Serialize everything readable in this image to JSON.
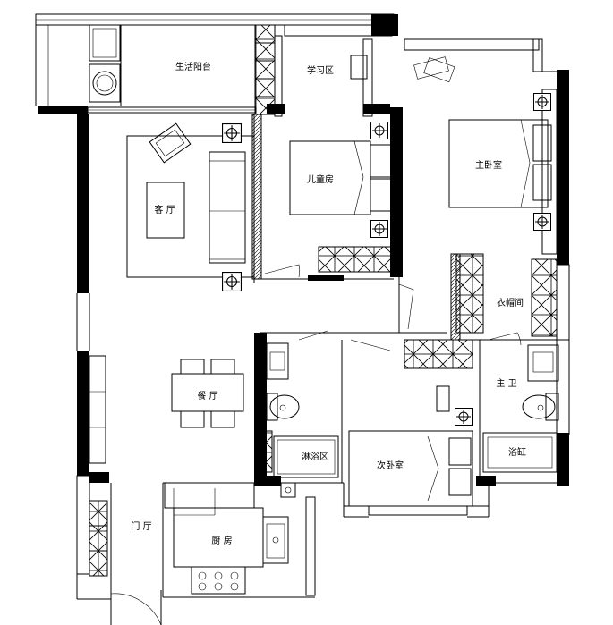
{
  "rooms": {
    "balcony": "生活阳台",
    "study": "学习区",
    "living": "客 厅",
    "kids": "儿童房",
    "master": "主卧室",
    "closet": "衣帽间",
    "dining": "餐 厅",
    "shower": "淋浴区",
    "second": "次卧室",
    "master_bath": "主 卫",
    "bathtub": "浴缸",
    "entry": "门 厅",
    "kitchen": "厨 房"
  },
  "colors": {
    "line": "#000000",
    "background": "#ffffff"
  }
}
